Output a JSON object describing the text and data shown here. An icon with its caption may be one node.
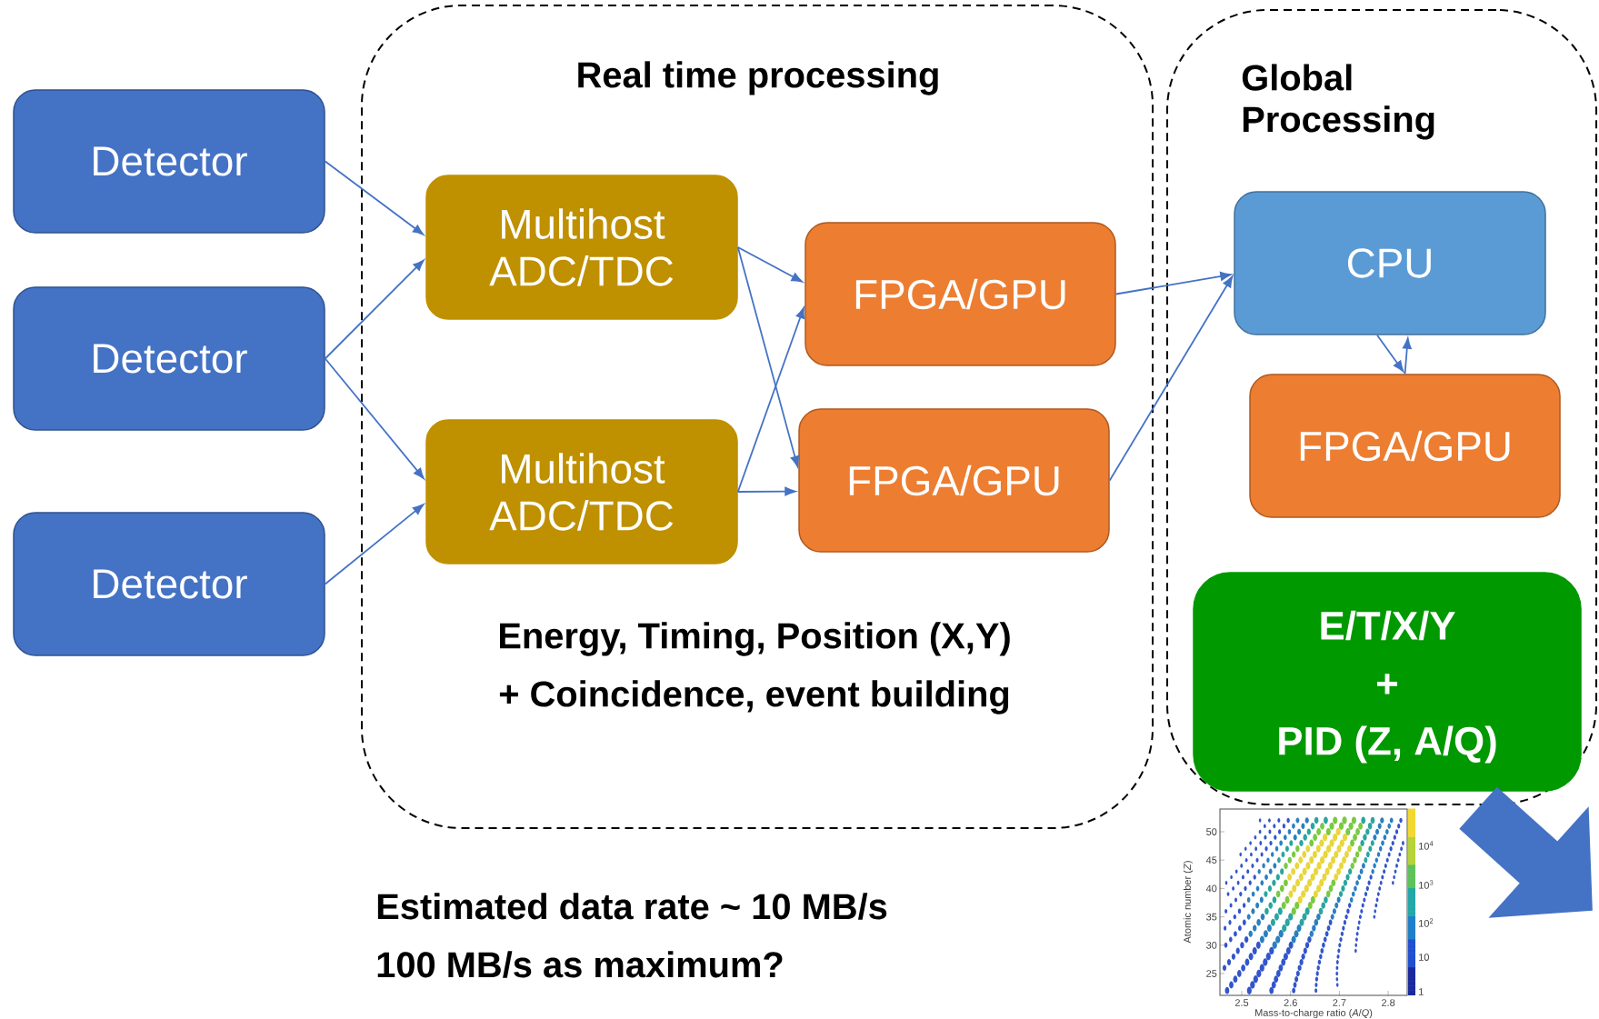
{
  "diagram": {
    "nodes": [
      {
        "text": [
          "Real time processing",
          "Energy, Timing, Position (X,Y)",
          "+ Coincidence, event building"
        ]
      },
      {
        "text": [
          "Global Processing"
        ]
      },
      {
        "text": [
          "Detector"
        ]
      },
      {
        "text": [
          "Detector"
        ]
      },
      {
        "text": [
          "Detector"
        ]
      },
      {
        "text": [
          "Multihost ADC/TDC"
        ],
        "in": 0
      },
      {
        "text": [
          "Multihost ADC/TDC"
        ],
        "in": 0
      },
      {
        "text": [
          "FPGA/GPU"
        ],
        "in": 0
      },
      {
        "text": [
          "FPGA/GPU"
        ],
        "in": 0
      },
      {
        "text": [
          "CPU"
        ],
        "in": 1
      },
      {
        "text": [
          "FPGA/GPU"
        ],
        "in": 1
      },
      {
        "text": [
          "E/T/X/Y",
          "+",
          "PID (Z, A/Q)"
        ],
        "in": 1
      }
    ],
    "edges": [
      {
        "from": 2,
        "to": 5,
        "arrow": "to"
      },
      {
        "from": 3,
        "to": 5,
        "arrow": "to"
      },
      {
        "from": 3,
        "to": 6,
        "arrow": "to"
      },
      {
        "from": 4,
        "to": 6,
        "arrow": "to"
      },
      {
        "from": 5,
        "to": 7,
        "arrow": "to"
      },
      {
        "from": 5,
        "to": 8,
        "arrow": "to"
      },
      {
        "from": 6,
        "to": 7,
        "arrow": "to"
      },
      {
        "from": 6,
        "to": 8,
        "arrow": "to"
      },
      {
        "from": 7,
        "to": 9,
        "arrow": "to"
      },
      {
        "from": 8,
        "to": 9,
        "arrow": "to"
      },
      {
        "from": 9,
        "to": 10,
        "arrow": "to"
      },
      {
        "from": 10,
        "to": 9,
        "arrow": "to"
      },
      {
        "from": 11,
        "to": null,
        "arrow": "to",
        "style": "thick"
      }
    ],
    "labels": [
      "Estimated data rate ~ 10 MB/s",
      "100 MB/s as maximum?",
      "50",
      "45",
      "40",
      "35",
      "30",
      "25",
      "Atomic number (*Z*)",
      "2.5",
      "2.6",
      "2.7",
      "2.8",
      "Mass-to-charge ratio (*A*/*Q*)",
      "10$^{4}$",
      "10$^{3}$",
      "10$^{2}$",
      "10",
      "1"
    ]
  }
}
